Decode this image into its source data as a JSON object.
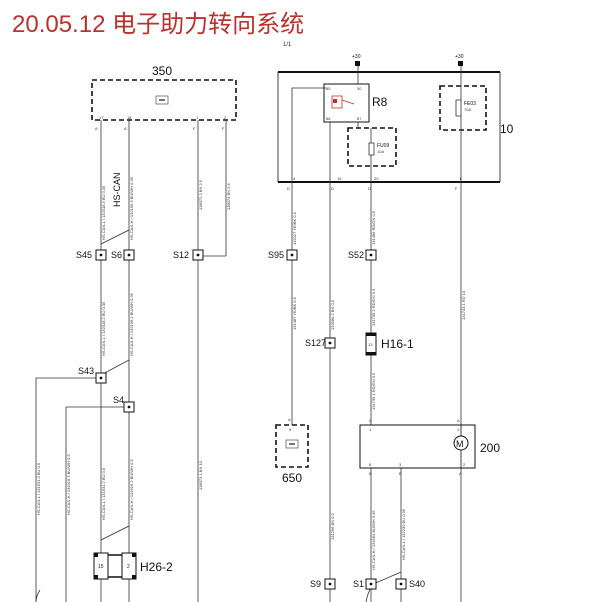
{
  "title": "20.05.12 电子助力转向系统",
  "page": "1/1",
  "modules": {
    "m350": {
      "name": "350",
      "pins": [
        "A",
        "A",
        "F",
        "F"
      ],
      "pin_nums": [
        "17",
        "18",
        "1",
        "2"
      ]
    },
    "m10": {
      "name": "10",
      "pins": [
        "D",
        "D",
        "D",
        "F"
      ],
      "pin_nums": [
        "4",
        "15",
        "20",
        "1"
      ]
    },
    "m650": {
      "name": "650",
      "pin_letter": "A",
      "pin_num": "9"
    },
    "m200": {
      "name": "200",
      "pin_top_left": "A",
      "pin_top_left_num": "1",
      "pin_top_right": "A",
      "pin_top_right_num": "1",
      "pin_bot_left": "B",
      "pin_bot_left_num": "8",
      "pin_bot_mid": "B",
      "pin_bot_mid_num": "3",
      "pin_bot_right": "A",
      "pin_bot_right_num": "2",
      "motor": "M"
    }
  },
  "relay": {
    "name": "R8",
    "pins": [
      "85",
      "30",
      "86",
      "87"
    ]
  },
  "fuses": [
    {
      "name": "FU09",
      "rating": "10A"
    },
    {
      "name": "FE03",
      "rating": "70A"
    }
  ],
  "supply": [
    "+30",
    "+30"
  ],
  "bus_label": "HS-CAN",
  "splices": [
    "S45",
    "S6",
    "S12",
    "S95",
    "S52",
    "S127",
    "S43",
    "S4",
    "S9",
    "S1",
    "S40"
  ],
  "connectors": {
    "h16": {
      "name": "H16-1",
      "pin": "13"
    },
    "h26": {
      "name": "H26-2",
      "pins": [
        "15",
        "2"
      ]
    }
  },
  "wire_labels": {
    "w1": "HS-CAN-L / 132018.3 BU 0.35",
    "w2": "HS-CAN-H / 132199.3 BU/WH 0.35",
    "w3": "138072.2 BN 2.5",
    "w4": "138074 BN 2.5",
    "w5": "132027 YE/BK 0.5",
    "w6": "131486 RD/GN 0.5",
    "w7": "HS-CAN-L / 132018.2 BU 0.35",
    "w8": "HS-CAN-H / 132199.2 BU/WH 0.35",
    "w9": "131487 YE/BK 0.5",
    "w10": "133980.2 BN 0.5",
    "w11": "131735.2 RD/GN 0.5",
    "w12": "131743.1 RD 10",
    "w13": "HS-CAN-L / 131631.3 BU 0.5",
    "w14": "HS-CAN-H / 131616.3 BU/WH 0.5",
    "w15": "HS-CAN-L / 131631.2 BU 0.5",
    "w16": "HS-CAN-H / 131616.2 BU/WH 0.5",
    "w17": "138073.1 BN 10",
    "w18": "131735.1 RD/GN 0.5",
    "w19": "131266 BN 0.5",
    "w20": "HS-CAN-H / 131664 BU/WH 0.35",
    "w21": "HS-CAN-L / 132230 BU 0.35"
  }
}
